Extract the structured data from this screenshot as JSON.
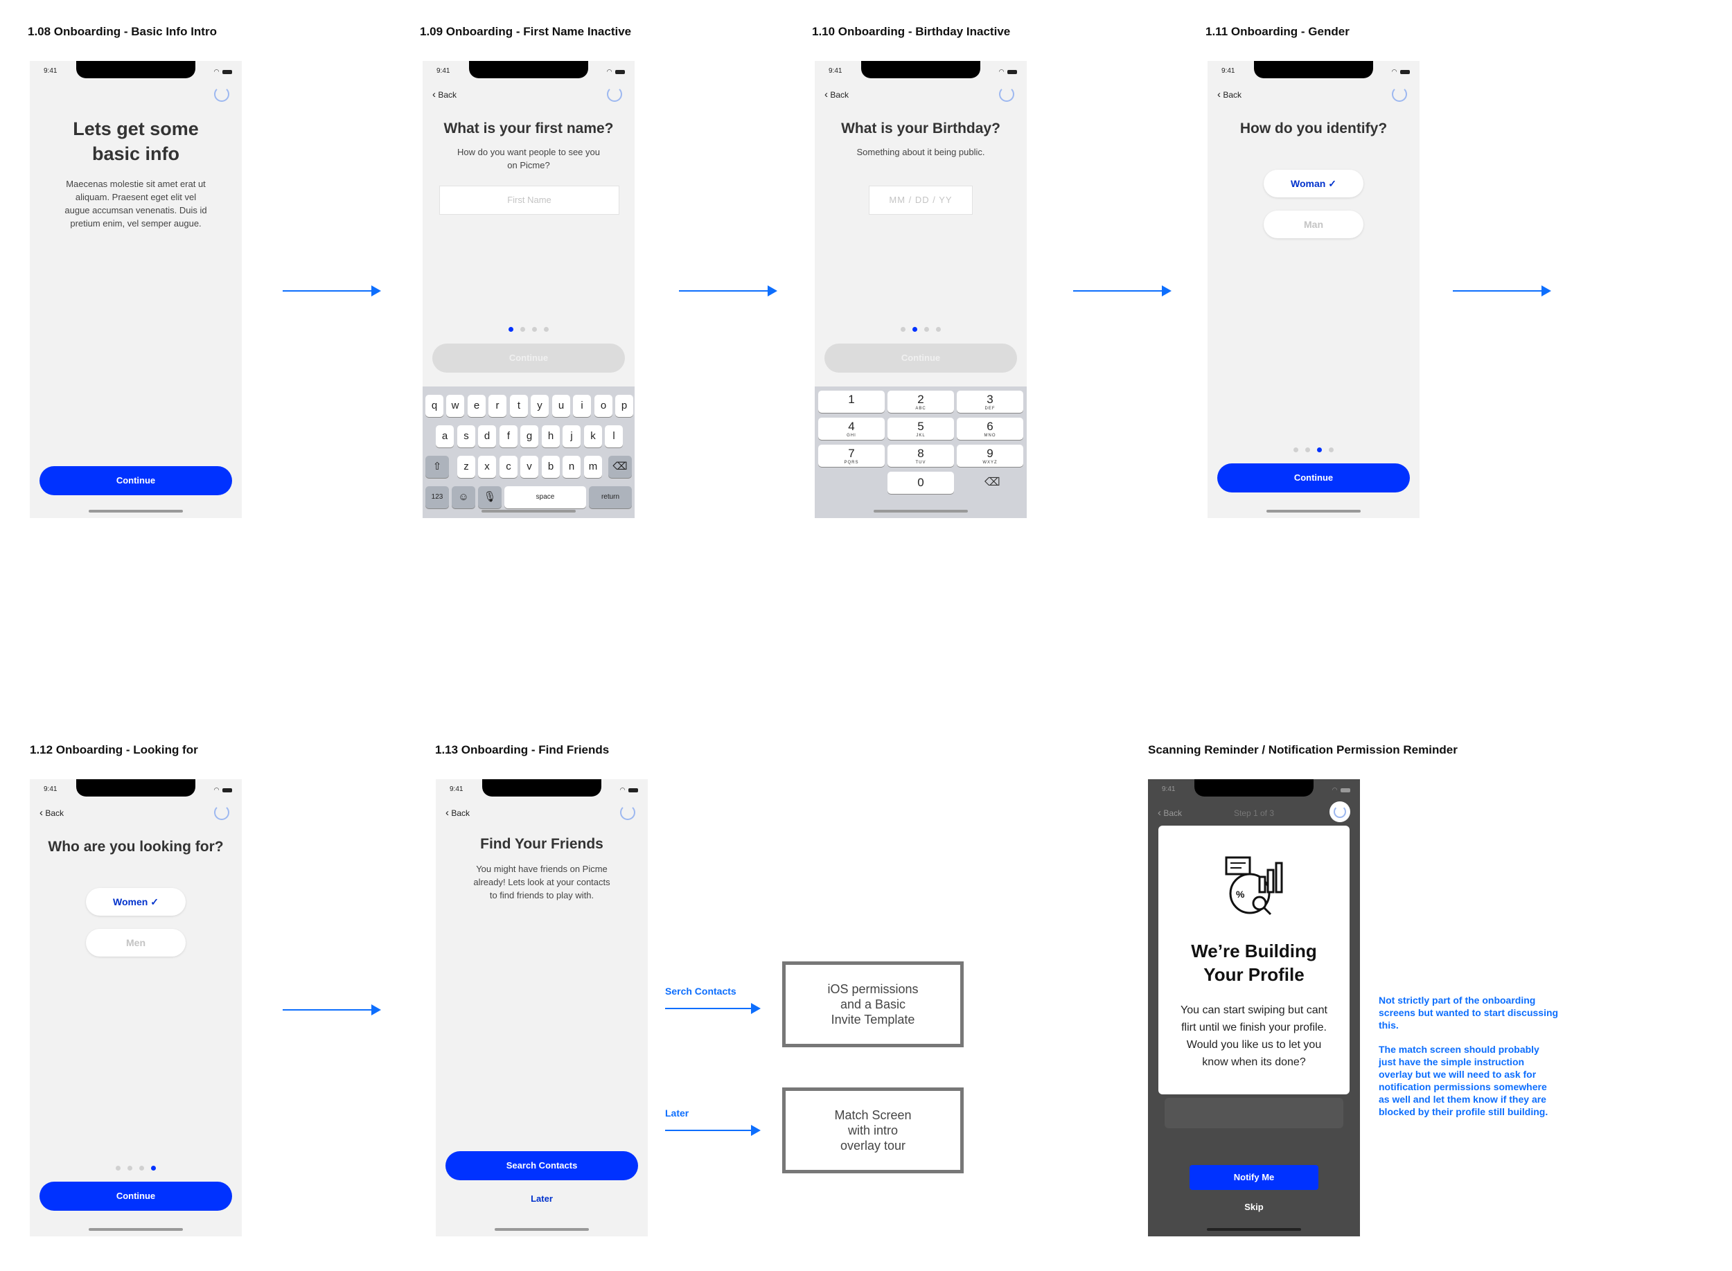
{
  "status_time": "9:41",
  "common": {
    "back_label": "Back",
    "continue_label": "Continue"
  },
  "screens": {
    "s108": {
      "title": "1.08 Onboarding - Basic Info Intro",
      "heading_line1": "Lets get some",
      "heading_line2": "basic info",
      "body_lines": [
        "Maecenas molestie sit amet erat ut",
        "aliquam. Praesent eget elit vel",
        "augue accumsan venenatis. Duis id",
        "pretium enim, vel semper augue."
      ]
    },
    "s109": {
      "title": "1.09 Onboarding - First Name Inactive",
      "heading": "What is your first name?",
      "sub_lines": [
        "How do you want people to see you",
        "on Picme?"
      ],
      "placeholder": "First Name",
      "keyboard": {
        "row1": [
          "q",
          "w",
          "e",
          "r",
          "t",
          "y",
          "u",
          "i",
          "o",
          "p"
        ],
        "row2": [
          "a",
          "s",
          "d",
          "f",
          "g",
          "h",
          "j",
          "k",
          "l"
        ],
        "row3": [
          "z",
          "x",
          "c",
          "v",
          "b",
          "n",
          "m"
        ],
        "key_123": "123",
        "key_space": "space",
        "key_return": "return"
      }
    },
    "s110": {
      "title": "1.10 Onboarding - Birthday Inactive",
      "heading": "What is your Birthday?",
      "sub": "Something about it being public.",
      "placeholder": "MM  /  DD  /  YY",
      "numpad": [
        {
          "n": "1",
          "l": ""
        },
        {
          "n": "2",
          "l": "ABC"
        },
        {
          "n": "3",
          "l": "DEF"
        },
        {
          "n": "4",
          "l": "GHI"
        },
        {
          "n": "5",
          "l": "JKL"
        },
        {
          "n": "6",
          "l": "MNO"
        },
        {
          "n": "7",
          "l": "PQRS"
        },
        {
          "n": "8",
          "l": "TUV"
        },
        {
          "n": "9",
          "l": "WXYZ"
        }
      ],
      "zero": "0"
    },
    "s111": {
      "title": "1.11 Onboarding - Gender",
      "heading": "How do you identify?",
      "option_selected": "Woman ✓",
      "option_other": "Man"
    },
    "s112": {
      "title": "1.12 Onboarding - Looking for",
      "heading": "Who are you looking for?",
      "option_selected": "Women ✓",
      "option_other": "Men"
    },
    "s113": {
      "title": "1.13 Onboarding - Find Friends",
      "heading": "Find Your Friends",
      "body_lines": [
        "You might have friends on Picme",
        "already! Lets look at your contacts",
        "to find friends to play with."
      ],
      "primary": "Search Contacts",
      "secondary": "Later"
    },
    "reminder": {
      "title": "Scanning Reminder / Notification Permission Reminder",
      "step": "Step 1 of 3",
      "heading_line1": "We’re Building",
      "heading_line2": "Your Profile",
      "body_lines": [
        "You can start swiping but cant",
        "flirt until we finish your profile.",
        "Would you like us to let you",
        "know when its done?"
      ],
      "primary": "Notify Me",
      "secondary": "Skip"
    }
  },
  "flow": {
    "search_label": "Serch Contacts",
    "later_label": "Later",
    "box1_lines": [
      "iOS permissions",
      "and a Basic",
      "Invite Template"
    ],
    "box2_lines": [
      "Match Screen",
      "with intro",
      "overlay tour"
    ]
  },
  "notes": {
    "note1": "Not strictly part of the onboarding screens but wanted to start discussing this.",
    "note2": "The match screen should probably just have the simple instruction overlay but we will need to ask for notification permissions somewhere as well and let them know if they are blocked by their profile still building."
  },
  "colors": {
    "primary": "#0032ff",
    "arrow": "#0d6efd",
    "screen_bg": "#f2f2f2",
    "overlay_bg": "#4a4a4a"
  }
}
